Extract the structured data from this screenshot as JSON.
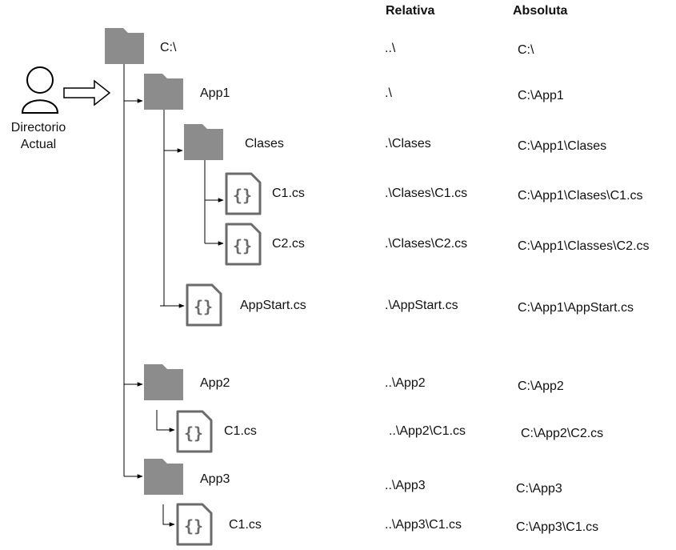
{
  "headers": {
    "relative": "Relativa",
    "absolute": "Absoluta"
  },
  "user": {
    "label_line1": "Directorio",
    "label_line2": "Actual",
    "icon": "person-icon",
    "arrow_icon": "hollow-right-arrow-icon"
  },
  "nodes": [
    {
      "id": "root",
      "kind": "folder",
      "name": "C:\\",
      "relative": "..\\",
      "absolute": "C:\\"
    },
    {
      "id": "app1",
      "kind": "folder",
      "name": "App1",
      "relative": ".\\",
      "absolute": "C:\\App1"
    },
    {
      "id": "clases",
      "kind": "folder",
      "name": "Clases",
      "relative": ".\\Clases",
      "absolute": "C:\\App1\\Clases"
    },
    {
      "id": "c1",
      "kind": "file",
      "name": "C1.cs",
      "relative": ".\\Clases\\C1.cs",
      "absolute": "C:\\App1\\Clases\\C1.cs"
    },
    {
      "id": "c2",
      "kind": "file",
      "name": "C2.cs",
      "relative": ".\\Clases\\C2.cs",
      "absolute": "C:\\App1\\Classes\\C2.cs"
    },
    {
      "id": "appstart",
      "kind": "file",
      "name": "AppStart.cs",
      "relative": ".\\AppStart.cs",
      "absolute": "C:\\App1\\AppStart.cs"
    },
    {
      "id": "app2",
      "kind": "folder",
      "name": "App2",
      "relative": "..\\App2",
      "absolute": "C:\\App2"
    },
    {
      "id": "app2c1",
      "kind": "file",
      "name": "C1.cs",
      "relative": "..\\App2\\C1.cs",
      "absolute": "C:\\App2\\C2.cs"
    },
    {
      "id": "app3",
      "kind": "folder",
      "name": "App3",
      "relative": "..\\App3",
      "absolute": "C:\\App3"
    },
    {
      "id": "app3c1",
      "kind": "file",
      "name": "C1.cs",
      "relative": "..\\App3\\C1.cs",
      "absolute": "C:\\App3\\C1.cs"
    }
  ],
  "style": {
    "icon_stroke": "#6b6b6b",
    "folder_fill": "#8c8c8c",
    "line": "#000000"
  }
}
